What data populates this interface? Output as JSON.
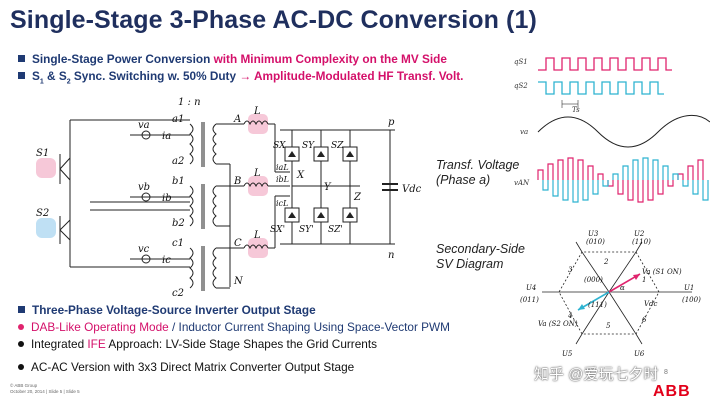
{
  "title": "Single-Stage 3-Phase AC-DC Conversion (1)",
  "bullets": {
    "b1_a": "Single-Stage Power Conversion ",
    "b1_b": "with Minimum Complexity on the MV Side",
    "b2_a": "S",
    "b2_sub1": "1",
    "b2_b": " & S",
    "b2_sub2": "2",
    "b2_c": " Sync. Switching w. 50% Duty ",
    "b2_arrow": "→",
    "b2_d": " Amplitude-Modulated HF Transf. Volt.",
    "b3": "Three-Phase Voltage-Source Inverter Output Stage",
    "b4_a": "DAB-Like Operating Mode",
    "b4_b": " / Inductor Current Shaping Using Space-Vector PWM",
    "b5_a": "Integrated ",
    "b5_b": "IFE",
    "b5_c": " Approach: LV-Side Stage Shapes the Grid Currents",
    "b6": "AC-AC Version with 3x3 Direct Matrix Converter Output Stage"
  },
  "annotations": {
    "transf_line1": "Transf. Voltage",
    "transf_line2": "(Phase a)",
    "sv_line1": "Secondary-Side",
    "sv_line2": "SV Diagram"
  },
  "circuit": {
    "ratio": "1 : n",
    "s1": "S1",
    "s2": "S2",
    "va": "va",
    "vb": "vb",
    "vc": "vc",
    "ia": "ia",
    "ib": "ib",
    "ic": "ic",
    "a1": "a1",
    "a2": "a2",
    "b1": "b1",
    "b2": "b2",
    "c1": "c1",
    "c2": "c2",
    "A": "A",
    "B": "B",
    "C": "C",
    "N": "N",
    "L": "L",
    "iaL": "iaL",
    "ibL": "ibL",
    "icL": "icL",
    "X": "X",
    "Y": "Y",
    "Z": "Z",
    "p": "p",
    "n": "n",
    "SX": "SX",
    "SY": "SY",
    "SZ": "SZ",
    "SXb": "SX'",
    "SYb": "SY'",
    "SZb": "SZ'",
    "vdc": "Vdc"
  },
  "waveforms": {
    "qs1": "qS1",
    "qs2": "qS2",
    "ts": "Ts",
    "va": "va",
    "van": "vAN"
  },
  "sv": {
    "u1": "U1",
    "u1c": "(100)",
    "u2": "U2",
    "u2c": "(110)",
    "u3": "U3",
    "u3c": "(010)",
    "u4": "U4",
    "u4c": "(011)",
    "u5": "U5",
    "u6": "U6",
    "c000": "(000)",
    "c111": "(111)",
    "s1": "1",
    "s2": "2",
    "s3": "3",
    "s4": "4",
    "s5": "5",
    "s6": "6",
    "vs1": "Va (S1 ON)",
    "vs2": "Va (S2 ON)",
    "alpha": "α",
    "vdc": "Vdc"
  },
  "footer": {
    "l1": "© ABB Group",
    "l2": "October 20, 2014 | Slide 5  |  Slide 5"
  },
  "watermark": "知乎 @爱玩七夕时",
  "page_num": "8",
  "logo": "ABB",
  "colors": {
    "navy": "#1f3a73",
    "magenta": "#d4106a",
    "pink": "#f6c8d8",
    "blue": "#bfe0f4",
    "cyan": "#2fb3d1"
  }
}
